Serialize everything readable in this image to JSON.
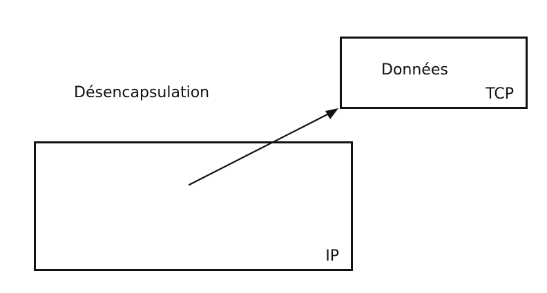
{
  "diagram": {
    "title": "Désencapsulation",
    "outer_box": {
      "label": "IP"
    },
    "inner_box": {
      "label": "TCP",
      "content": "Données"
    }
  },
  "colors": {
    "stroke": "#111111",
    "background": "#ffffff"
  },
  "icons": {
    "arrow": "arrow-up-right-icon"
  }
}
